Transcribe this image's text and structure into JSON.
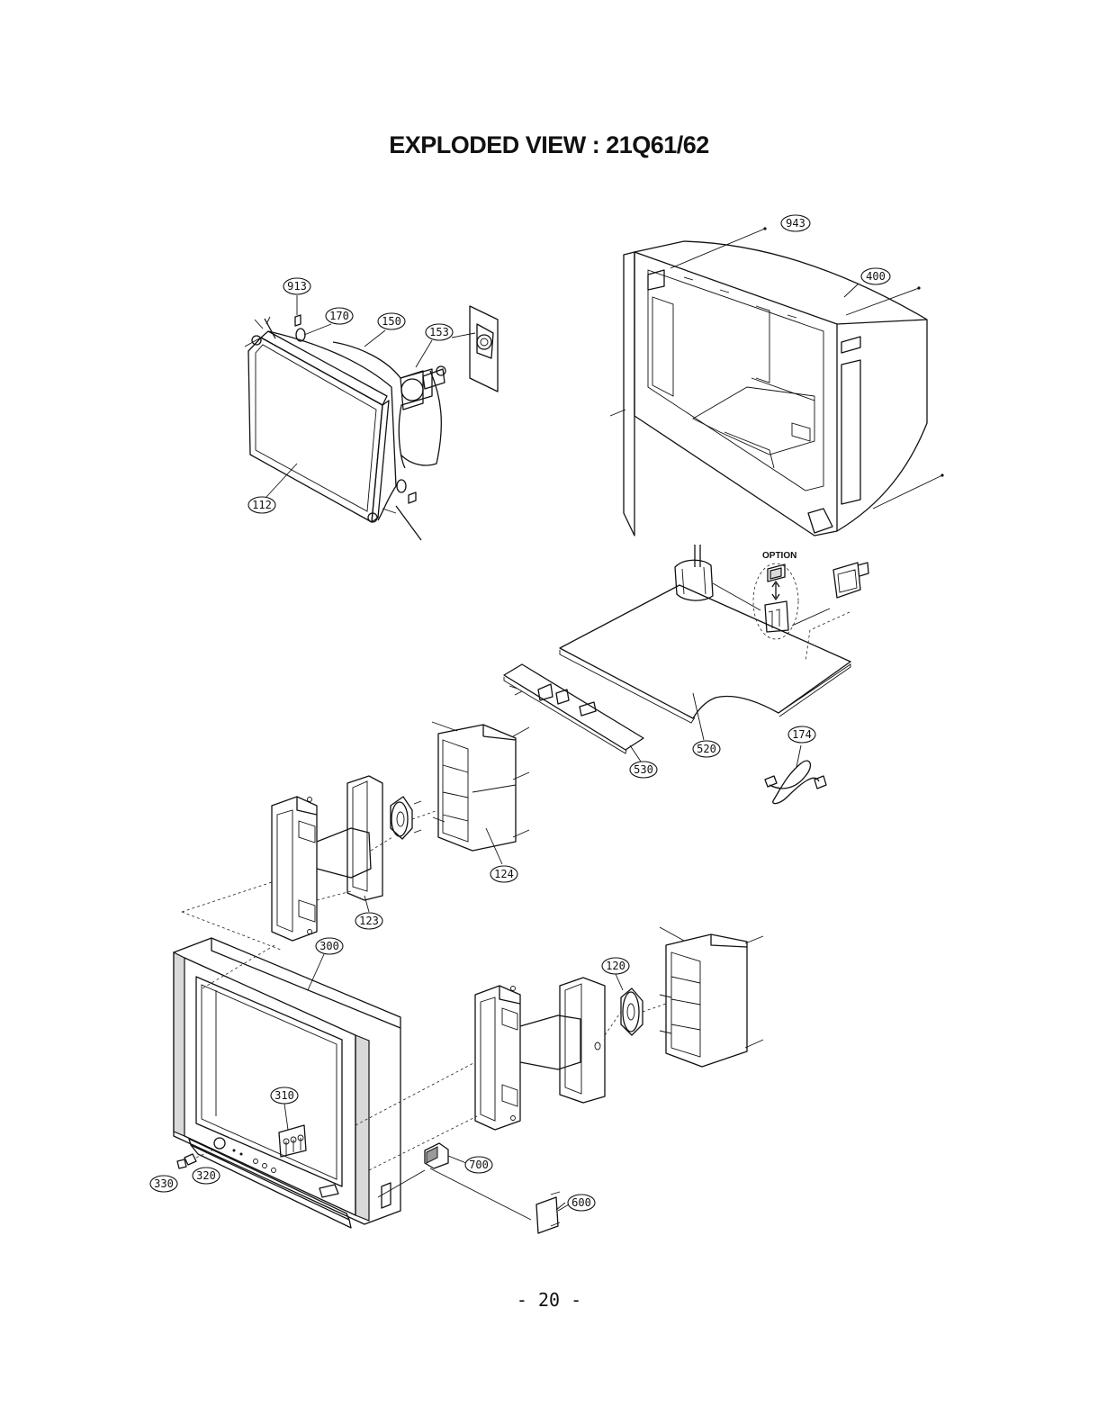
{
  "title": "EXPLODED VIEW : 21Q61/62",
  "page_number": "- 20 -",
  "option_label": "OPTION",
  "callouts": [
    "913",
    "170",
    "150",
    "153",
    "112",
    "943",
    "400",
    "520",
    "530",
    "174",
    "124",
    "123",
    "300",
    "120",
    "310",
    "700",
    "600",
    "330",
    "320"
  ]
}
